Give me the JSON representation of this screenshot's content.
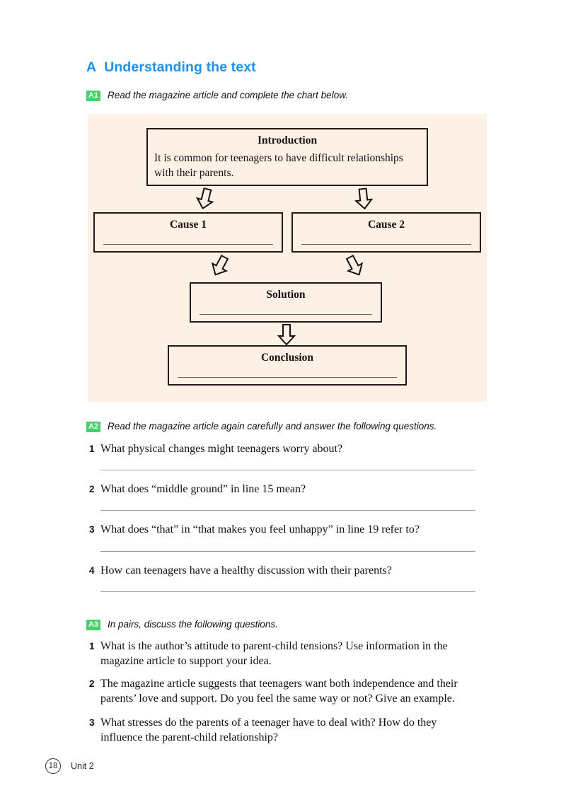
{
  "colors": {
    "heading_blue": "#1e90e8",
    "badge_green": "#45d06a",
    "panel_peach": "#fdf0e4",
    "node_border": "#231a17",
    "rule_gray": "#9b9b9b"
  },
  "section": {
    "letter": "A",
    "title": "Understanding the text"
  },
  "tasks": {
    "a1": {
      "badge": "A1",
      "instruction": "Read the magazine article and complete the chart below."
    },
    "a2": {
      "badge": "A2",
      "instruction": "Read the magazine article again carefully and answer the following questions."
    },
    "a3": {
      "badge": "A3",
      "instruction": "In pairs, discuss the following questions."
    }
  },
  "chart": {
    "nodes": {
      "introduction": {
        "title": "Introduction",
        "body": "It is common for teenagers to have difficult relationships with their parents."
      },
      "cause1": {
        "title": "Cause 1",
        "body": ""
      },
      "cause2": {
        "title": "Cause 2",
        "body": ""
      },
      "solution": {
        "title": "Solution",
        "body": ""
      },
      "conclusion": {
        "title": "Conclusion",
        "body": ""
      }
    }
  },
  "a2_questions": [
    {
      "number": "1",
      "text": "What physical changes might teenagers worry about?"
    },
    {
      "number": "2",
      "text": "What does “middle ground” in line 15 mean?"
    },
    {
      "number": "3",
      "text": "What does “that” in “that makes you feel unhappy” in line 19 refer to?"
    },
    {
      "number": "4",
      "text": "How can teenagers have a healthy discussion with their parents?"
    }
  ],
  "a3_questions": [
    {
      "number": "1",
      "text": "What is the author’s attitude to parent-child tensions? Use information in the magazine article to support your idea."
    },
    {
      "number": "2",
      "text": "The magazine article suggests that teenagers want both independence and their parents’ love and support. Do you feel the same way or not? Give an example."
    },
    {
      "number": "3",
      "text": "What stresses do the parents of a teenager have to deal with? How do they influence the parent-child relationship?"
    }
  ],
  "footer": {
    "page_number": "18",
    "unit_label": "Unit 2"
  }
}
